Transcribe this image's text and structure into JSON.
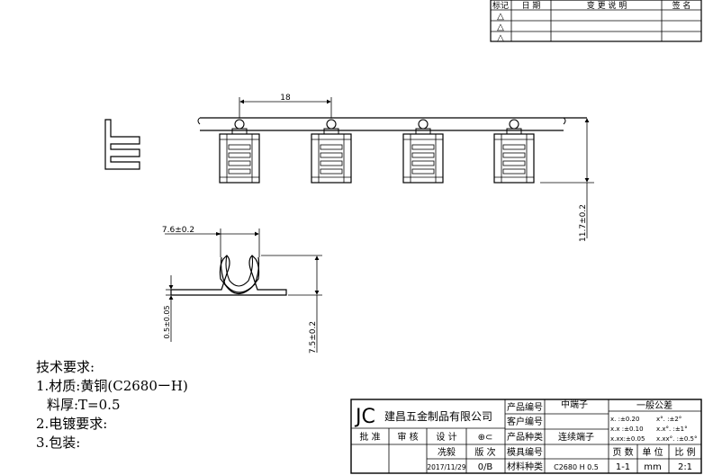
{
  "revision_table": {
    "headers": [
      "标记",
      "日 期",
      "变 更 说 明",
      "签 名"
    ],
    "rows": [
      {
        "mark": "△",
        "date": "",
        "description": "",
        "signature": ""
      },
      {
        "mark": "△",
        "date": "",
        "description": "",
        "signature": ""
      },
      {
        "mark": "△",
        "date": "",
        "description": "",
        "signature": ""
      }
    ]
  },
  "dimensions": {
    "pitch": "18",
    "overall_height": "11.7±0.2",
    "width": "7.6±0.2",
    "thickness": "0.5±0.05",
    "height": "7.5±0.2"
  },
  "technical_requirements": {
    "title": "技术要求:",
    "items": [
      "1.材质:黄铜(C2680ーH)",
      "料厚:T=0.5",
      "2.电镀要求:",
      "3.包装:"
    ]
  },
  "title_block": {
    "logo": "JC",
    "company": "建昌五金制品有限公司",
    "product_no_label": "产品编号",
    "product_no_value": "中端子",
    "customer_no_label": "客户编号",
    "customer_no_value": "",
    "product_type_label": "产品种类",
    "product_type_value": "连续端子",
    "mold_no_label": "模具编号",
    "mold_no_value": "",
    "material_label": "材料种类",
    "material_value": "C2680 H 0.5",
    "approve_label": "批 准",
    "review_label": "审 核",
    "design_label": "设 计",
    "drafter": "冼毅",
    "revision_label": "版 次",
    "date": "2017/11/29",
    "revision_value": "0/B",
    "tolerance_title": "一般公差",
    "tolerances": [
      "x. :±0.20",
      "x°. :±2°",
      "x.x :±0.10",
      "x.x°. :±1°",
      "x.xx:±0.05",
      "x.xx°. :±0.5°"
    ],
    "page_label": "页 数",
    "page_value": "1-1",
    "unit_label": "单 位",
    "unit_value": "mm",
    "scale_label": "比 例",
    "scale_value": "2:1"
  }
}
